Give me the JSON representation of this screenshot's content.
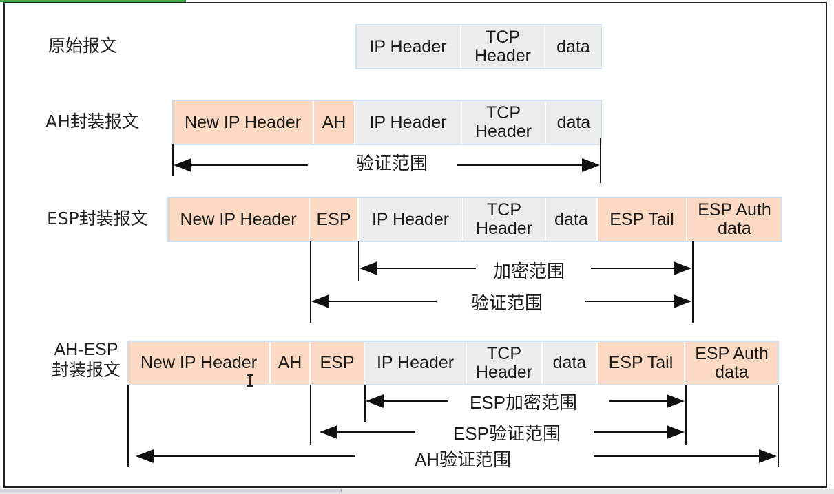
{
  "rows": {
    "original": {
      "label": "原始报文"
    },
    "ah": {
      "label": "AH封装报文"
    },
    "esp": {
      "label": "ESP封装报文"
    },
    "ah_esp": {
      "label_line1": "AH-ESP",
      "label_line2": "封装报文"
    }
  },
  "fields": {
    "new_ip_header": "New IP Header",
    "ah": "AH",
    "esp": "ESP",
    "ip_header": "IP Header",
    "tcp_header": "TCP\nHeader",
    "data": "data",
    "esp_tail": "ESP Tail",
    "esp_auth_data": "ESP Auth\ndata"
  },
  "ranges": {
    "ah_auth": "验证范围",
    "esp_encrypt": "加密范围",
    "esp_auth": "验证范围",
    "ahesp_esp_encrypt": "ESP加密范围",
    "ahesp_esp_auth": "ESP验证范围",
    "ahesp_ah_auth": "AH验证范围"
  },
  "colors": {
    "inner_field": "#ececec",
    "outer_field": "#fbd9c3",
    "row_border": "#cfe0f2",
    "frame_accent": "#3fae49"
  }
}
